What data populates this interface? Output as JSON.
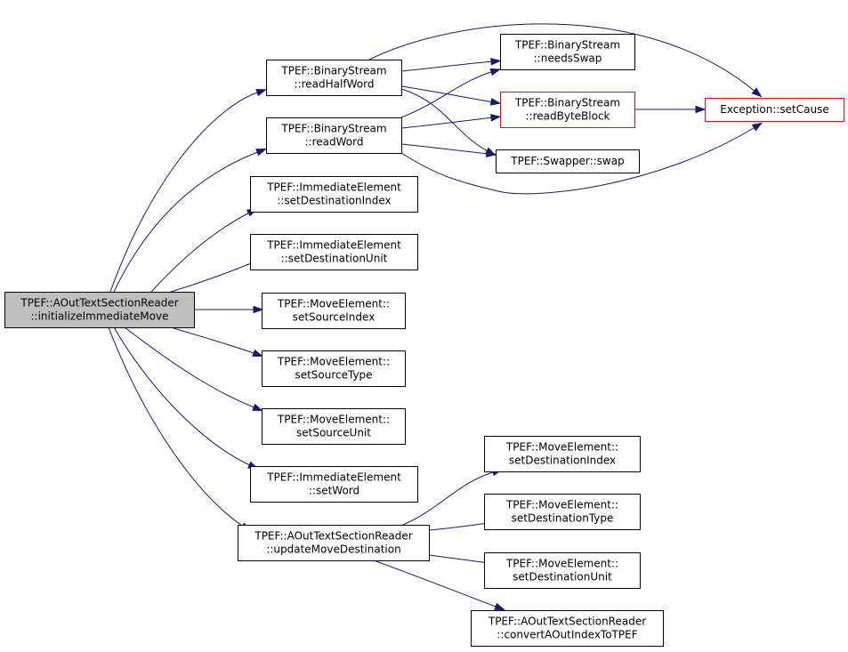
{
  "diagram": {
    "nodes": [
      {
        "id": "root",
        "lines": [
          "TPEF::AOutTextSectionReader",
          "::initializeImmediateMove"
        ],
        "style": "root"
      },
      {
        "id": "readHalfWord",
        "lines": [
          "TPEF::BinaryStream",
          "::readHalfWord"
        ],
        "style": "normal"
      },
      {
        "id": "readWord",
        "lines": [
          "TPEF::BinaryStream",
          "::readWord"
        ],
        "style": "normal"
      },
      {
        "id": "ieSetDestIndex",
        "lines": [
          "TPEF::ImmediateElement",
          "::setDestinationIndex"
        ],
        "style": "normal"
      },
      {
        "id": "ieSetDestUnit",
        "lines": [
          "TPEF::ImmediateElement",
          "::setDestinationUnit"
        ],
        "style": "normal"
      },
      {
        "id": "meSetSrcIndex",
        "lines": [
          "TPEF::MoveElement::",
          "setSourceIndex"
        ],
        "style": "normal"
      },
      {
        "id": "meSetSrcType",
        "lines": [
          "TPEF::MoveElement::",
          "setSourceType"
        ],
        "style": "normal"
      },
      {
        "id": "meSetSrcUnit",
        "lines": [
          "TPEF::MoveElement::",
          "setSourceUnit"
        ],
        "style": "normal"
      },
      {
        "id": "ieSetWord",
        "lines": [
          "TPEF::ImmediateElement",
          "::setWord"
        ],
        "style": "normal"
      },
      {
        "id": "updateMoveDest",
        "lines": [
          "TPEF::AOutTextSectionReader",
          "::updateMoveDestination"
        ],
        "style": "normal"
      },
      {
        "id": "needsSwap",
        "lines": [
          "TPEF::BinaryStream",
          "::needsSwap"
        ],
        "style": "normal"
      },
      {
        "id": "readByteBlock",
        "lines": [
          "TPEF::BinaryStream",
          "::readByteBlock"
        ],
        "style": "truncated"
      },
      {
        "id": "swap",
        "lines": [
          "TPEF::Swapper::swap"
        ],
        "style": "normal"
      },
      {
        "id": "setCause",
        "lines": [
          "Exception::setCause"
        ],
        "style": "truncated"
      },
      {
        "id": "meSetDestIndex",
        "lines": [
          "TPEF::MoveElement::",
          "setDestinationIndex"
        ],
        "style": "normal"
      },
      {
        "id": "meSetDestType",
        "lines": [
          "TPEF::MoveElement::",
          "setDestinationType"
        ],
        "style": "normal"
      },
      {
        "id": "meSetDestUnit",
        "lines": [
          "TPEF::MoveElement::",
          "setDestinationUnit"
        ],
        "style": "normal"
      },
      {
        "id": "convertIndex",
        "lines": [
          "TPEF::AOutTextSectionReader",
          "::convertAOutIndexToTPEF"
        ],
        "style": "normal"
      }
    ],
    "edges": [
      [
        "root",
        "readHalfWord"
      ],
      [
        "root",
        "readWord"
      ],
      [
        "root",
        "ieSetDestIndex"
      ],
      [
        "root",
        "ieSetDestUnit"
      ],
      [
        "root",
        "meSetSrcIndex"
      ],
      [
        "root",
        "meSetSrcType"
      ],
      [
        "root",
        "meSetSrcUnit"
      ],
      [
        "root",
        "ieSetWord"
      ],
      [
        "root",
        "updateMoveDest"
      ],
      [
        "readHalfWord",
        "needsSwap"
      ],
      [
        "readHalfWord",
        "readByteBlock"
      ],
      [
        "readHalfWord",
        "swap"
      ],
      [
        "readHalfWord",
        "setCause"
      ],
      [
        "readWord",
        "needsSwap"
      ],
      [
        "readWord",
        "readByteBlock"
      ],
      [
        "readWord",
        "swap"
      ],
      [
        "readWord",
        "setCause"
      ],
      [
        "readByteBlock",
        "setCause"
      ],
      [
        "updateMoveDest",
        "meSetDestIndex"
      ],
      [
        "updateMoveDest",
        "meSetDestType"
      ],
      [
        "updateMoveDest",
        "meSetDestUnit"
      ],
      [
        "updateMoveDest",
        "convertIndex"
      ]
    ],
    "colors": {
      "edge": "#191970",
      "root_fill": "#bfbfbf",
      "truncated_border": "#ff0000",
      "node_border": "#000000"
    }
  }
}
